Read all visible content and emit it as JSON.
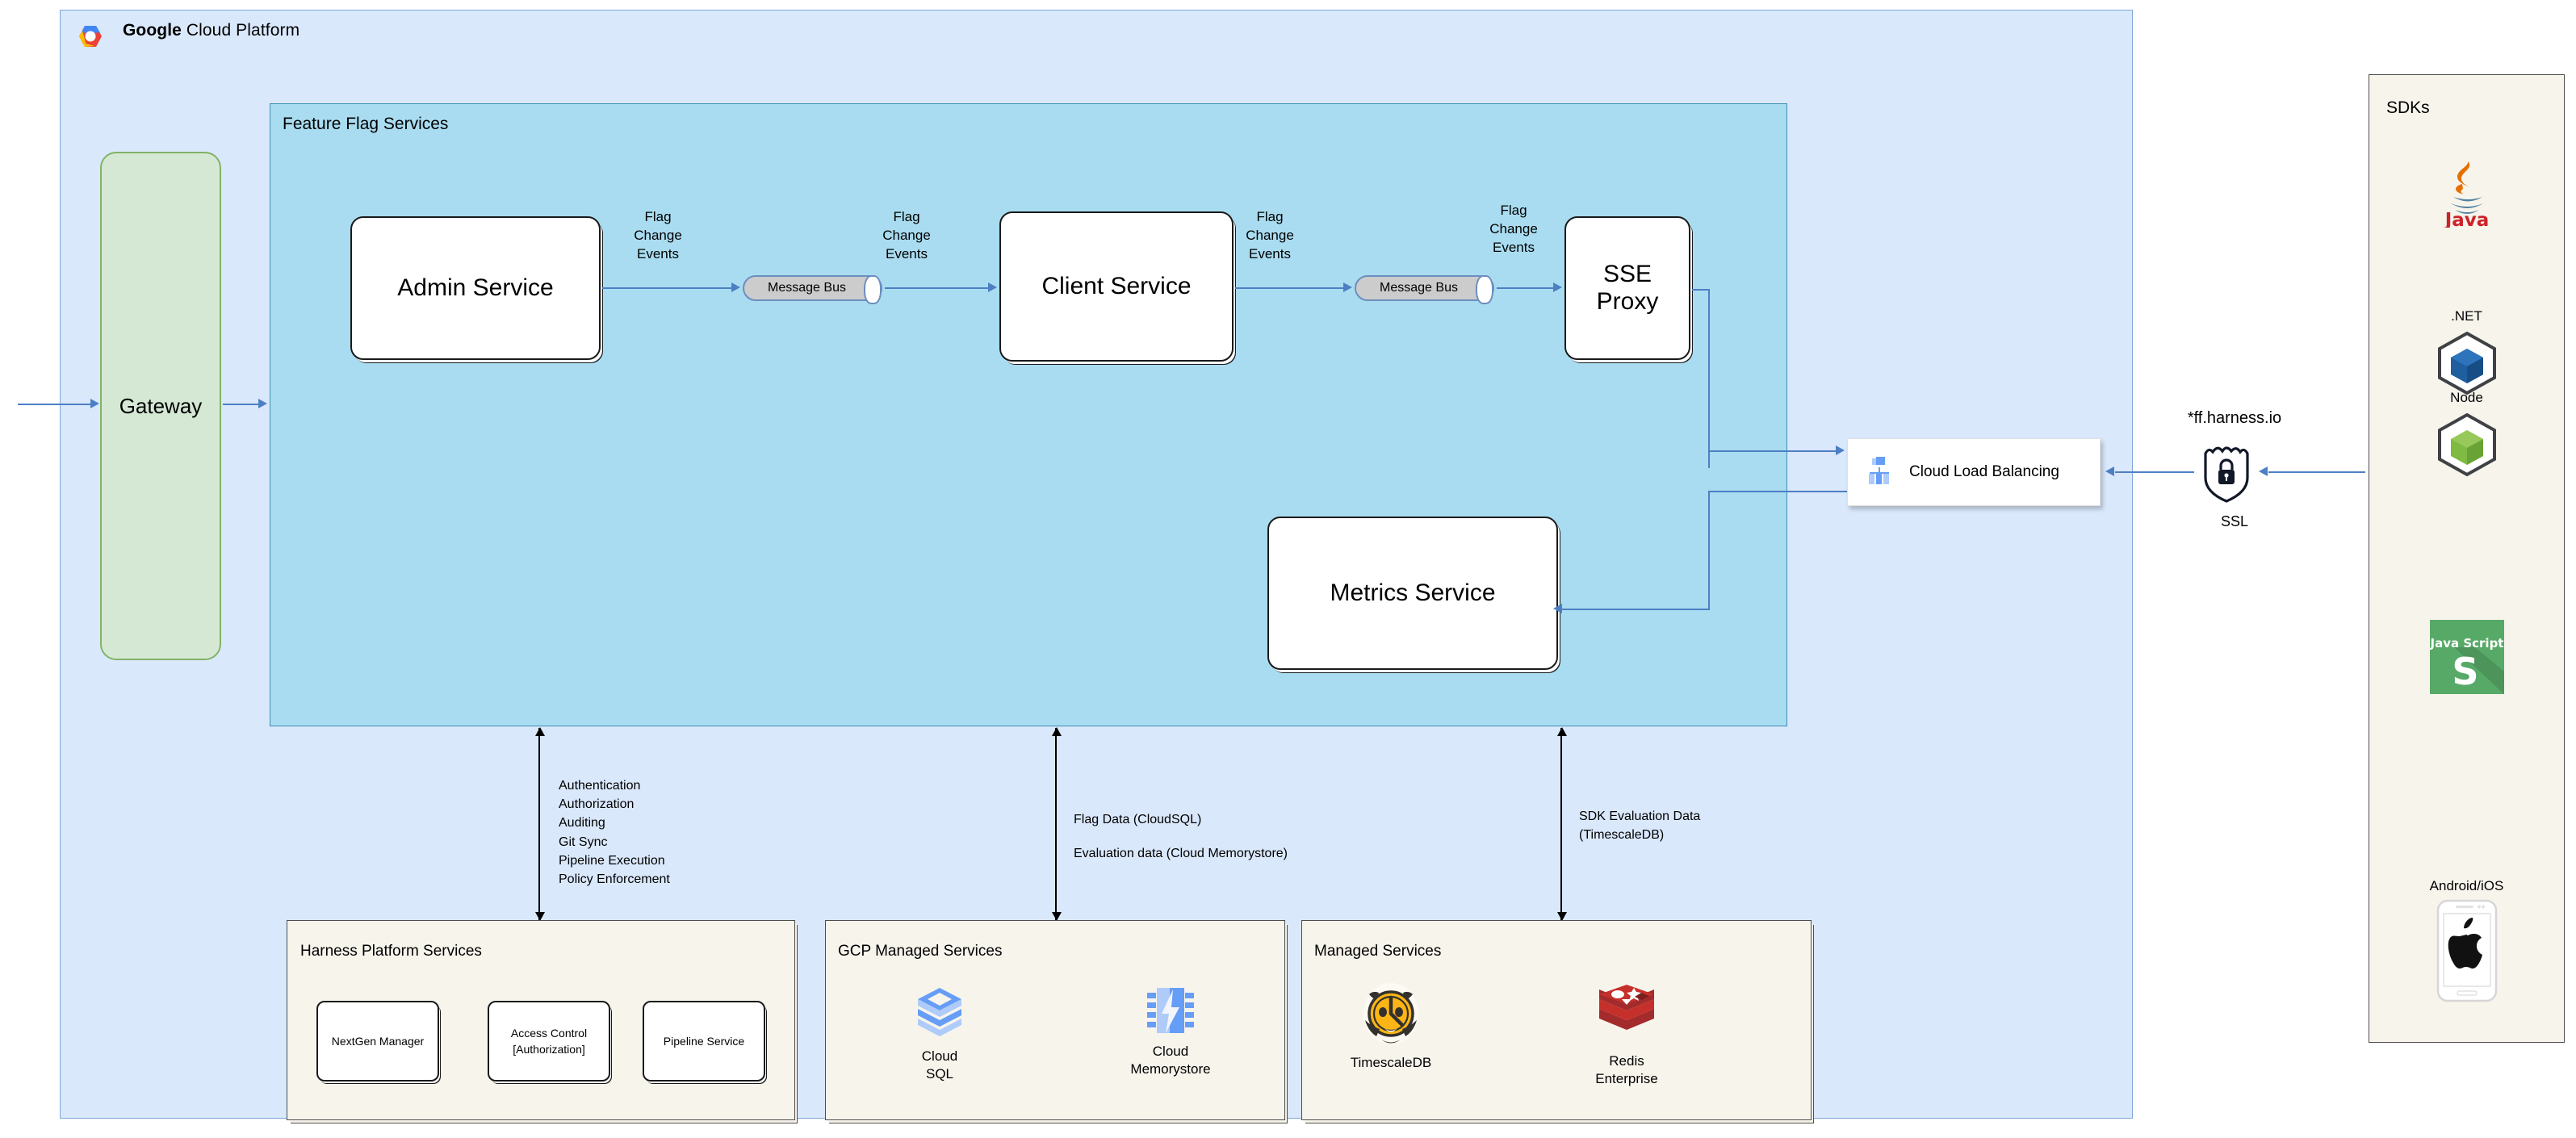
{
  "gcp": {
    "title_bold": "Google",
    "title_rest": " Cloud Platform",
    "logo_icon": "google-cloud-logo"
  },
  "gateway": {
    "label": "Gateway"
  },
  "feature_flag_services": {
    "title": "Feature Flag Services",
    "services": {
      "admin": "Admin Service",
      "client": "Client Service",
      "sse_line1": "SSE",
      "sse_line2": "Proxy",
      "metrics": "Metrics Service"
    },
    "message_bus_label": "Message Bus",
    "edge_labels": {
      "l1": "Flag\nChange\nEvents",
      "l2": "Flag\nChange\nEvents",
      "l3": "Flag\nChange\nEvents",
      "l4": "Flag\nChange\nEvents"
    }
  },
  "load_balancer": {
    "label": "Cloud Load Balancing",
    "icon": "cloud-load-balancing-icon"
  },
  "edge": {
    "domain": "*ff.harness.io",
    "ssl_label": "SSL",
    "ssl_icon": "ssl-shield-lock-icon"
  },
  "sdks": {
    "title": "SDKs",
    "items": [
      {
        "caption": "",
        "name": "Java",
        "icon": "java-logo"
      },
      {
        "caption": ".NET",
        "name": ".NET",
        "icon": "dotnet-cube-icon"
      },
      {
        "caption": "Node",
        "name": "Node",
        "icon": "node-cube-icon"
      },
      {
        "caption": "",
        "name": "Java Script",
        "icon": "javascript-logo"
      },
      {
        "caption": "Android/iOS",
        "name": "Android/iOS",
        "icon": "mobile-apple-icon"
      }
    ]
  },
  "annotations": {
    "harness": [
      "Authentication",
      "Authorization",
      "Auditing",
      "Git Sync",
      "Pipeline Execution",
      "Policy Enforcement"
    ],
    "gcp_data_line1": "Flag Data (CloudSQL)",
    "gcp_data_line2": "Evaluation data (Cloud Memorystore)",
    "managed_line1": "SDK Evaluation Data",
    "managed_line2": "(TimescaleDB)"
  },
  "bottom_panels": {
    "harness": {
      "title": "Harness Platform Services",
      "boxes": [
        {
          "line1": "NextGen Manager",
          "line2": ""
        },
        {
          "line1": "Access Control",
          "line2": "[Authorization]"
        },
        {
          "line1": "Pipeline Service",
          "line2": ""
        }
      ]
    },
    "gcp_managed": {
      "title": "GCP Managed Services",
      "items": [
        {
          "line1": "Cloud",
          "line2": "SQL",
          "icon": "cloud-sql-icon"
        },
        {
          "line1": "Cloud",
          "line2": "Memorystore",
          "icon": "cloud-memorystore-icon"
        }
      ]
    },
    "managed": {
      "title": "Managed Services",
      "items": [
        {
          "line1": "TimescaleDB",
          "line2": "",
          "icon": "timescaledb-tiger-icon"
        },
        {
          "line1": "Redis",
          "line2": "Enterprise",
          "icon": "redis-icon"
        }
      ]
    }
  },
  "colors": {
    "gcp_bg": "#dae8fc",
    "ffs_bg": "#a9dcf0",
    "gateway_bg": "#d5e8d4",
    "panel_bg": "#f7f4ec",
    "arrow_blue": "#4d7fc4"
  }
}
